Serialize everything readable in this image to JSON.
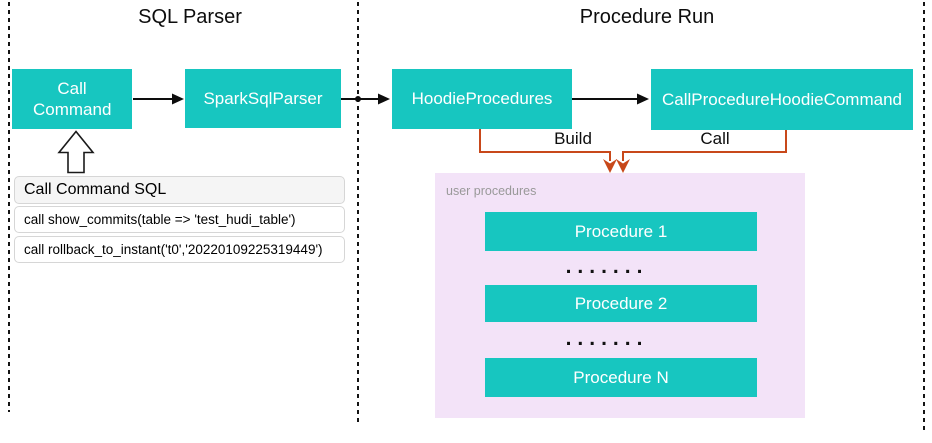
{
  "diagram": {
    "sections": [
      {
        "title": "SQL Parser"
      },
      {
        "title": "Procedure Run"
      }
    ],
    "nodes": {
      "call_command": "Call Command",
      "spark_sql_parser": "SparkSqlParser",
      "hoodie_procedures": "HoodieProcedures",
      "call_procedure_hoodie_command": "CallProcedureHoodieCommand"
    },
    "edges": {
      "build": "Build",
      "call": "Call"
    },
    "sql_card": {
      "header": "Call Command SQL",
      "rows": [
        "call show_commits(table => 'test_hudi_table')",
        "call rollback_to_instant('t0','20220109225319449')"
      ]
    },
    "user_procedures": {
      "label": "user procedures",
      "items": [
        "Procedure 1",
        "Procedure 2",
        "Procedure N"
      ],
      "ellipsis": "......."
    },
    "colors": {
      "node_fill": "#17C6C0",
      "node_text": "#FFFFFF",
      "edge_orange": "#C8481A",
      "container_purple": "#F3E3F8",
      "container_label_gray": "#999999",
      "card_header_bg": "#F5F5F5",
      "dashed_line": "#141414"
    }
  }
}
